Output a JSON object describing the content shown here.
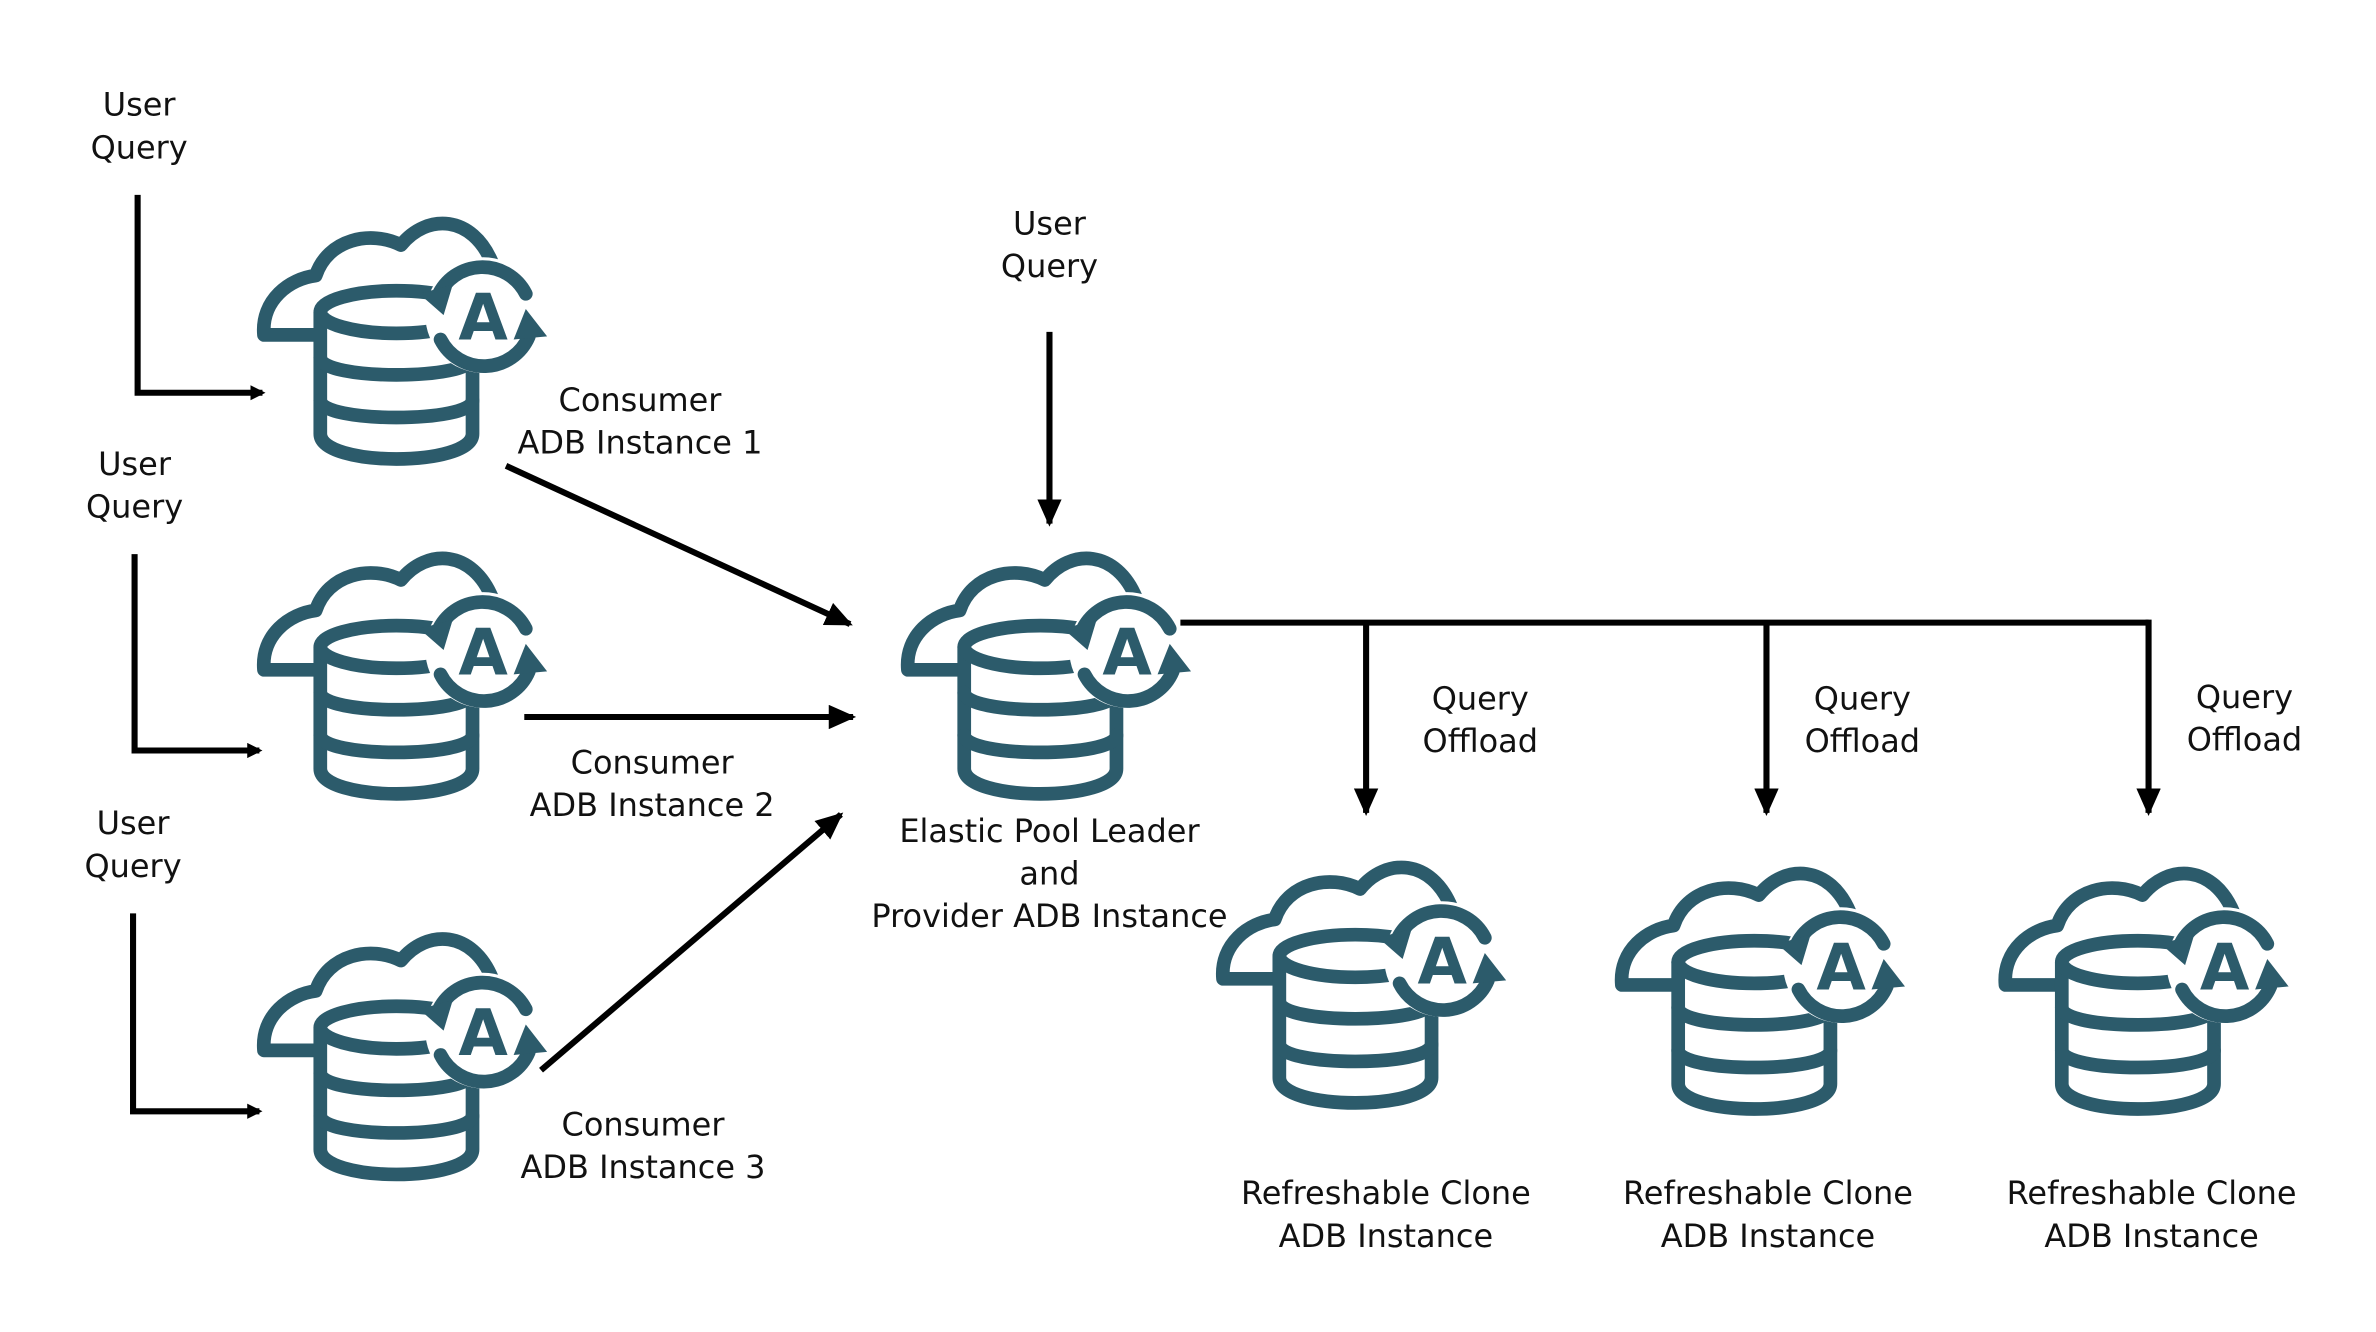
{
  "colors": {
    "icon": "#2c5b6b",
    "arrow": "#000000",
    "background": "#ffffff"
  },
  "icon_semantic": "autonomous-database-cloud-icon",
  "leader": {
    "label_lines": [
      "Elastic Pool Leader",
      "and",
      "Provider ADB Instance"
    ],
    "user_query": [
      "User",
      "Query"
    ]
  },
  "consumers": [
    {
      "label_lines": [
        "Consumer",
        "ADB Instance 1"
      ],
      "user_query": [
        "User",
        "Query"
      ]
    },
    {
      "label_lines": [
        "Consumer",
        "ADB Instance 2"
      ],
      "user_query": [
        "User",
        "Query"
      ]
    },
    {
      "label_lines": [
        "Consumer",
        "ADB Instance 3"
      ],
      "user_query": [
        "User",
        "Query"
      ]
    }
  ],
  "clones": [
    {
      "label_lines": [
        "Refreshable Clone",
        "ADB Instance"
      ],
      "offload": [
        "Query",
        "Offload"
      ]
    },
    {
      "label_lines": [
        "Refreshable Clone",
        "ADB Instance"
      ],
      "offload": [
        "Query",
        "Offload"
      ]
    },
    {
      "label_lines": [
        "Refreshable Clone",
        "ADB Instance"
      ],
      "offload": [
        "Query",
        "Offload"
      ]
    }
  ]
}
